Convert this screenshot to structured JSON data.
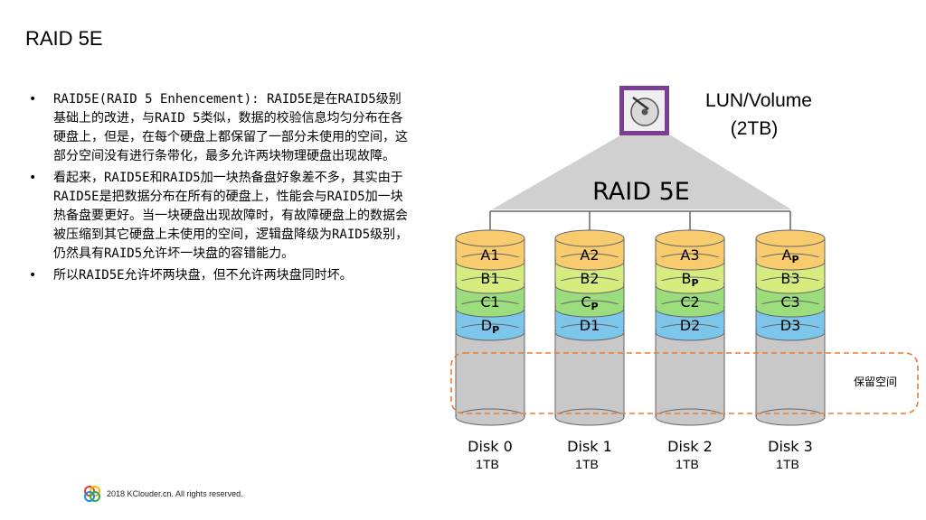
{
  "slide": {
    "title": "RAID 5E",
    "bullets": [
      "RAID5E(RAID 5 Enhencement): RAID5E是在RAID5级别基础上的改进，与RAID 5类似，数据的校验信息均匀分布在各硬盘上，但是，在每个硬盘上都保留了一部分未使用的空间，这部分空间没有进行条带化，最多允许两块物理硬盘出现故障。",
      "看起来，RAID5E和RAID5加一块热备盘好象差不多，其实由于RAID5E是把数据分布在所有的硬盘上，性能会与RAID5加一块热备盘要更好。当一块硬盘出现故障时，有故障硬盘上的数据会被压缩到其它硬盘上未使用的空间，逻辑盘降级为RAID5级别，仍然具有RAID5允许坏一块盘的容错能力。",
      "所以RAID5E允许坏两块盘，但不允许两块盘同时坏。"
    ],
    "footer": "2018 KClouder.cn. All rights reserved."
  },
  "diagram": {
    "lun_line1": "LUN/Volume",
    "lun_line2": "(2TB)",
    "raid_label": "RAID 5E",
    "reserved_label": "保留空间",
    "colors": {
      "row_a": "#F7CB6E",
      "row_b": "#D7EC7F",
      "row_c": "#9BDC7D",
      "row_d": "#7CC6EC",
      "disk_body": "#C8C8C8",
      "reserved_border": "#EC7B2B",
      "lun_frame": "#7B3E97"
    },
    "disks": [
      {
        "name": "Disk 0",
        "size": "1TB",
        "blocks": [
          {
            "l": "A",
            "s": "1"
          },
          {
            "l": "B",
            "s": "1"
          },
          {
            "l": "C",
            "s": "1"
          },
          {
            "l": "D",
            "s": "P",
            "sub": true
          }
        ]
      },
      {
        "name": "Disk 1",
        "size": "1TB",
        "blocks": [
          {
            "l": "A",
            "s": "2"
          },
          {
            "l": "B",
            "s": "2"
          },
          {
            "l": "C",
            "s": "P",
            "sub": true
          },
          {
            "l": "D",
            "s": "1"
          }
        ]
      },
      {
        "name": "Disk 2",
        "size": "1TB",
        "blocks": [
          {
            "l": "A",
            "s": "3"
          },
          {
            "l": "B",
            "s": "P",
            "sub": true
          },
          {
            "l": "C",
            "s": "2"
          },
          {
            "l": "D",
            "s": "2"
          }
        ]
      },
      {
        "name": "Disk 3",
        "size": "1TB",
        "blocks": [
          {
            "l": "A",
            "s": "P",
            "sub": true
          },
          {
            "l": "B",
            "s": "3"
          },
          {
            "l": "C",
            "s": "3"
          },
          {
            "l": "D",
            "s": "3"
          }
        ]
      }
    ]
  }
}
